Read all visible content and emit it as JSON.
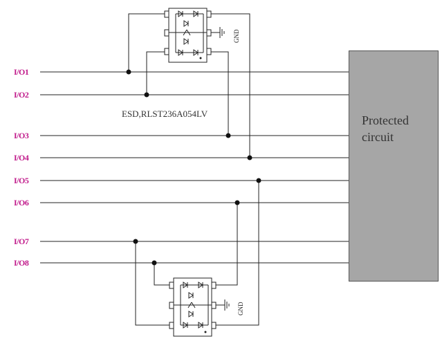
{
  "io_lines": [
    {
      "label": "I/O1"
    },
    {
      "label": "I/O2"
    },
    {
      "label": "I/O3"
    },
    {
      "label": "I/O4"
    },
    {
      "label": "I/O5"
    },
    {
      "label": "I/O6"
    },
    {
      "label": "I/O7"
    },
    {
      "label": "I/O8"
    }
  ],
  "esd_part_label": "ESD,RLST236A054LV",
  "protected_circuit": {
    "line1": "Protected",
    "line2": "circuit"
  },
  "gnd_label": "GND",
  "colors": {
    "io_label": "#c0198a",
    "box_fill": "#a6a6a6",
    "wire": "#222222"
  }
}
